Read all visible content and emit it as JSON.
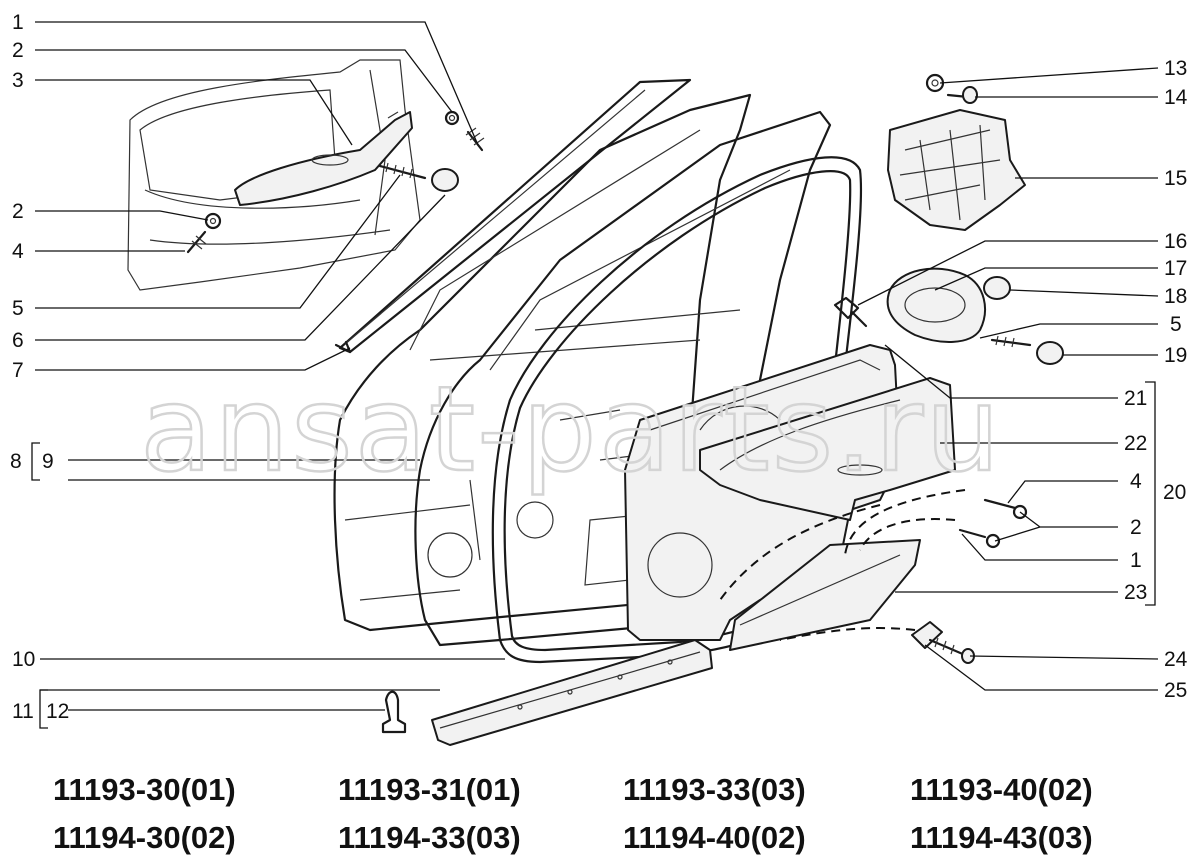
{
  "watermark": "ansat-parts.ru",
  "callouts_left": [
    "1",
    "2",
    "3",
    "2",
    "4",
    "5",
    "6",
    "7",
    "8",
    "9",
    "10",
    "11",
    "12"
  ],
  "callouts_right": [
    "13",
    "14",
    "15",
    "16",
    "17",
    "18",
    "5",
    "19",
    "21",
    "22",
    "4",
    "20",
    "2",
    "1",
    "23",
    "24",
    "25"
  ],
  "part_codes": [
    [
      "11193-30(01)",
      "11193-31(01)",
      "11193-33(03)",
      "11193-40(02)"
    ],
    [
      "11194-30(02)",
      "11194-33(03)",
      "11194-40(02)",
      "11194-43(03)"
    ]
  ]
}
